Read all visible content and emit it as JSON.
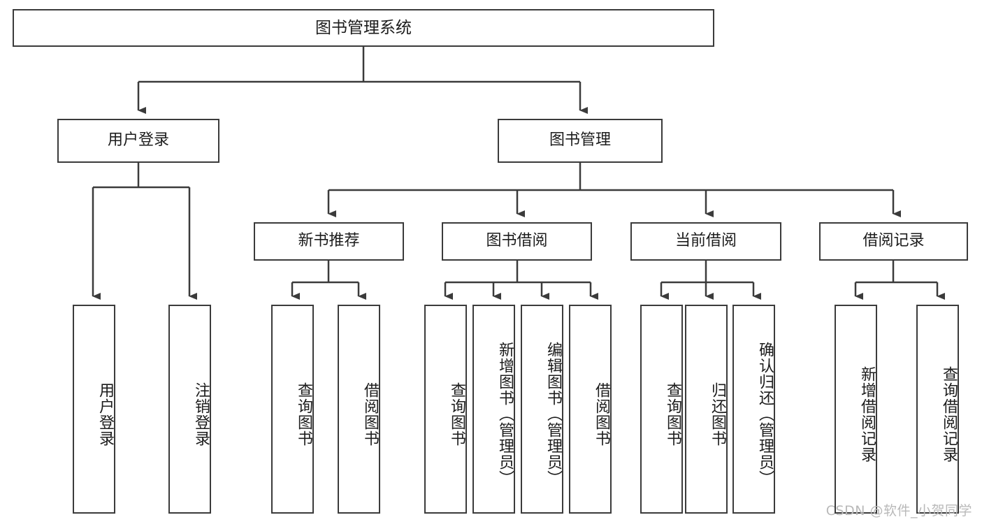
{
  "diagram": {
    "title": "图书管理系统",
    "type": "functional-decomposition-tree",
    "line_color": "#3b3b3b",
    "background": "#ffffff",
    "text_color": "#1c1c1c",
    "root": {
      "label": "图书管理系统"
    },
    "level2": [
      {
        "label": "用户登录"
      },
      {
        "label": "图书管理"
      }
    ],
    "level3": [
      {
        "label": "新书推荐"
      },
      {
        "label": "图书借阅"
      },
      {
        "label": "当前借阅"
      },
      {
        "label": "借阅记录"
      }
    ],
    "leaves": {
      "user_login": [
        {
          "label": "用户登录"
        },
        {
          "label": "注销登录"
        }
      ],
      "new_book_recommend": [
        {
          "label": "查询图书"
        },
        {
          "label": "借阅图书"
        }
      ],
      "book_borrow": [
        {
          "label": "查询图书"
        },
        {
          "label": "新增图书（管理员）"
        },
        {
          "label": "编辑图书（管理员）"
        },
        {
          "label": "借阅图书"
        }
      ],
      "current_borrow": [
        {
          "label": "查询图书"
        },
        {
          "label": "归还图书"
        },
        {
          "label": "确认归还（管理员）"
        }
      ],
      "borrow_record": [
        {
          "label": "新增借阅记录"
        },
        {
          "label": "查询借阅记录"
        }
      ]
    }
  },
  "watermark": {
    "text": "CSDN @软件_小贺同学",
    "color": "#b9b9b9"
  }
}
